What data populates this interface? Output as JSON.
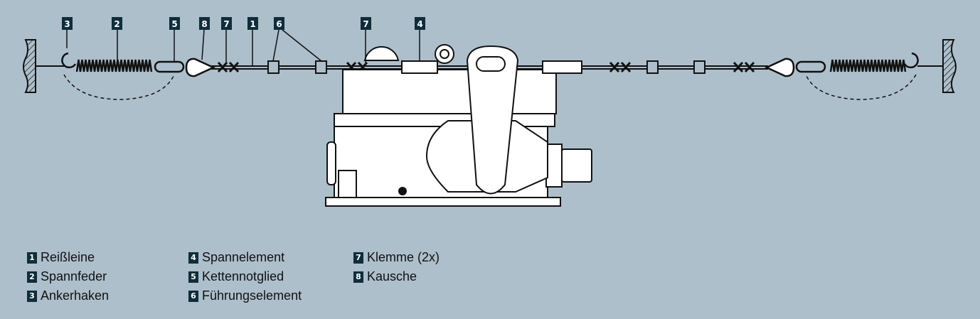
{
  "colors": {
    "background": "#adbfcb",
    "badge": "#0f2d3a",
    "line": "#111111",
    "device": "#ffffff"
  },
  "callouts": [
    "3",
    "2",
    "5",
    "8",
    "7",
    "1",
    "6",
    "7",
    "4"
  ],
  "legend": [
    {
      "num": "1",
      "label": "Reißleine"
    },
    {
      "num": "2",
      "label": "Spannfeder"
    },
    {
      "num": "3",
      "label": "Ankerhaken"
    },
    {
      "num": "4",
      "label": "Spannelement"
    },
    {
      "num": "5",
      "label": "Kettennotglied"
    },
    {
      "num": "6",
      "label": "Führungselement"
    },
    {
      "num": "7",
      "label": "Klemme (2x)"
    },
    {
      "num": "8",
      "label": "Kausche"
    }
  ]
}
